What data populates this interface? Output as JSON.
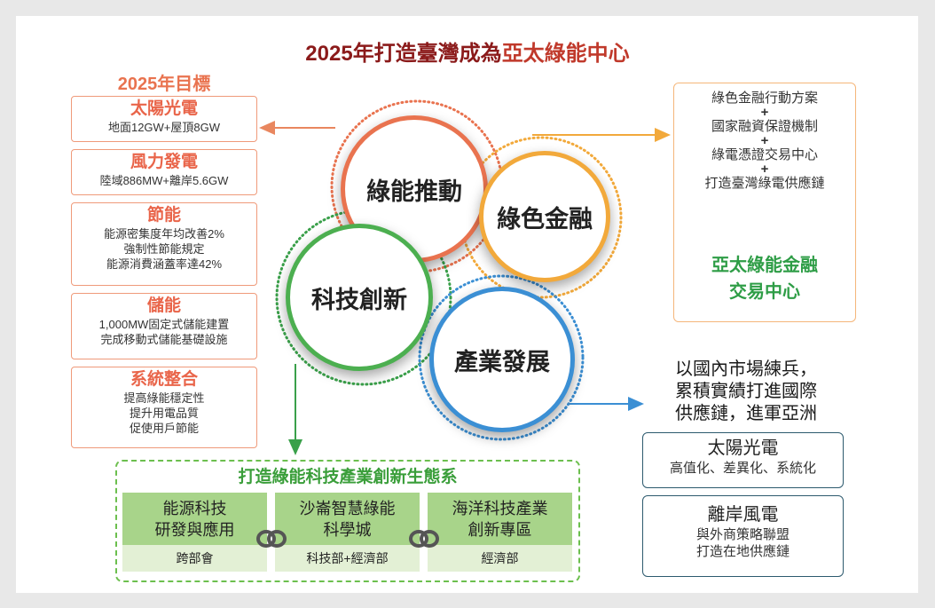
{
  "title": {
    "prefix": "2025年打造臺灣成為",
    "highlight": "亞太綠能中心"
  },
  "goals": {
    "heading": "2025年目標",
    "items": [
      {
        "label": "太陽光電",
        "details": [
          "地面12GW+屋頂8GW"
        ]
      },
      {
        "label": "風力發電",
        "details": [
          "陸域886MW+離岸5.6GW"
        ]
      },
      {
        "label": "節能",
        "details": [
          "能源密集度年均改善2%",
          "強制性節能規定",
          "能源消費涵蓋率達42%"
        ]
      },
      {
        "label": "儲能",
        "details": [
          "1,000MW固定式儲能建置",
          "完成移動式儲能基礎設施"
        ]
      },
      {
        "label": "系統整合",
        "details": [
          "提高綠能穩定性",
          "提升用電品質",
          "促使用戶節能"
        ]
      }
    ]
  },
  "pillars": {
    "green_energy": "綠能推動",
    "green_finance": "綠色金融",
    "tech_innovation": "科技創新",
    "industry": "產業發展"
  },
  "finance": {
    "items": [
      "綠色金融行動方案",
      "國家融資保證機制",
      "綠電憑證交易中心",
      "打造臺灣綠電供應鏈"
    ],
    "plus": "+",
    "center_lines": [
      "亞太綠能金融",
      "交易中心"
    ]
  },
  "export": {
    "lines": [
      "以國內市場練兵，",
      "累積實績打進國際",
      "供應鏈，進軍亞洲"
    ],
    "boxes": [
      {
        "label": "太陽光電",
        "details": [
          "高值化、差異化、系統化"
        ]
      },
      {
        "label": "離岸風電",
        "details": [
          "與外商策略聯盟",
          "打造在地供應鏈"
        ]
      }
    ]
  },
  "ecosystem": {
    "title": "打造綠能科技產業創新生態系",
    "columns": [
      {
        "lines": [
          "能源科技",
          "研發與應用"
        ],
        "owner": "跨部會"
      },
      {
        "lines": [
          "沙崙智慧綠能",
          "科學城"
        ],
        "owner": "科技部+經濟部"
      },
      {
        "lines": [
          "海洋科技產業",
          "創新專區"
        ],
        "owner": "經濟部"
      }
    ]
  },
  "colors": {
    "orange": "#e9734f",
    "amber": "#f2a93b",
    "green": "#4caf50",
    "blue": "#3b8fd4",
    "title": "#8b1a1a",
    "title_highlight": "#c0392b"
  }
}
